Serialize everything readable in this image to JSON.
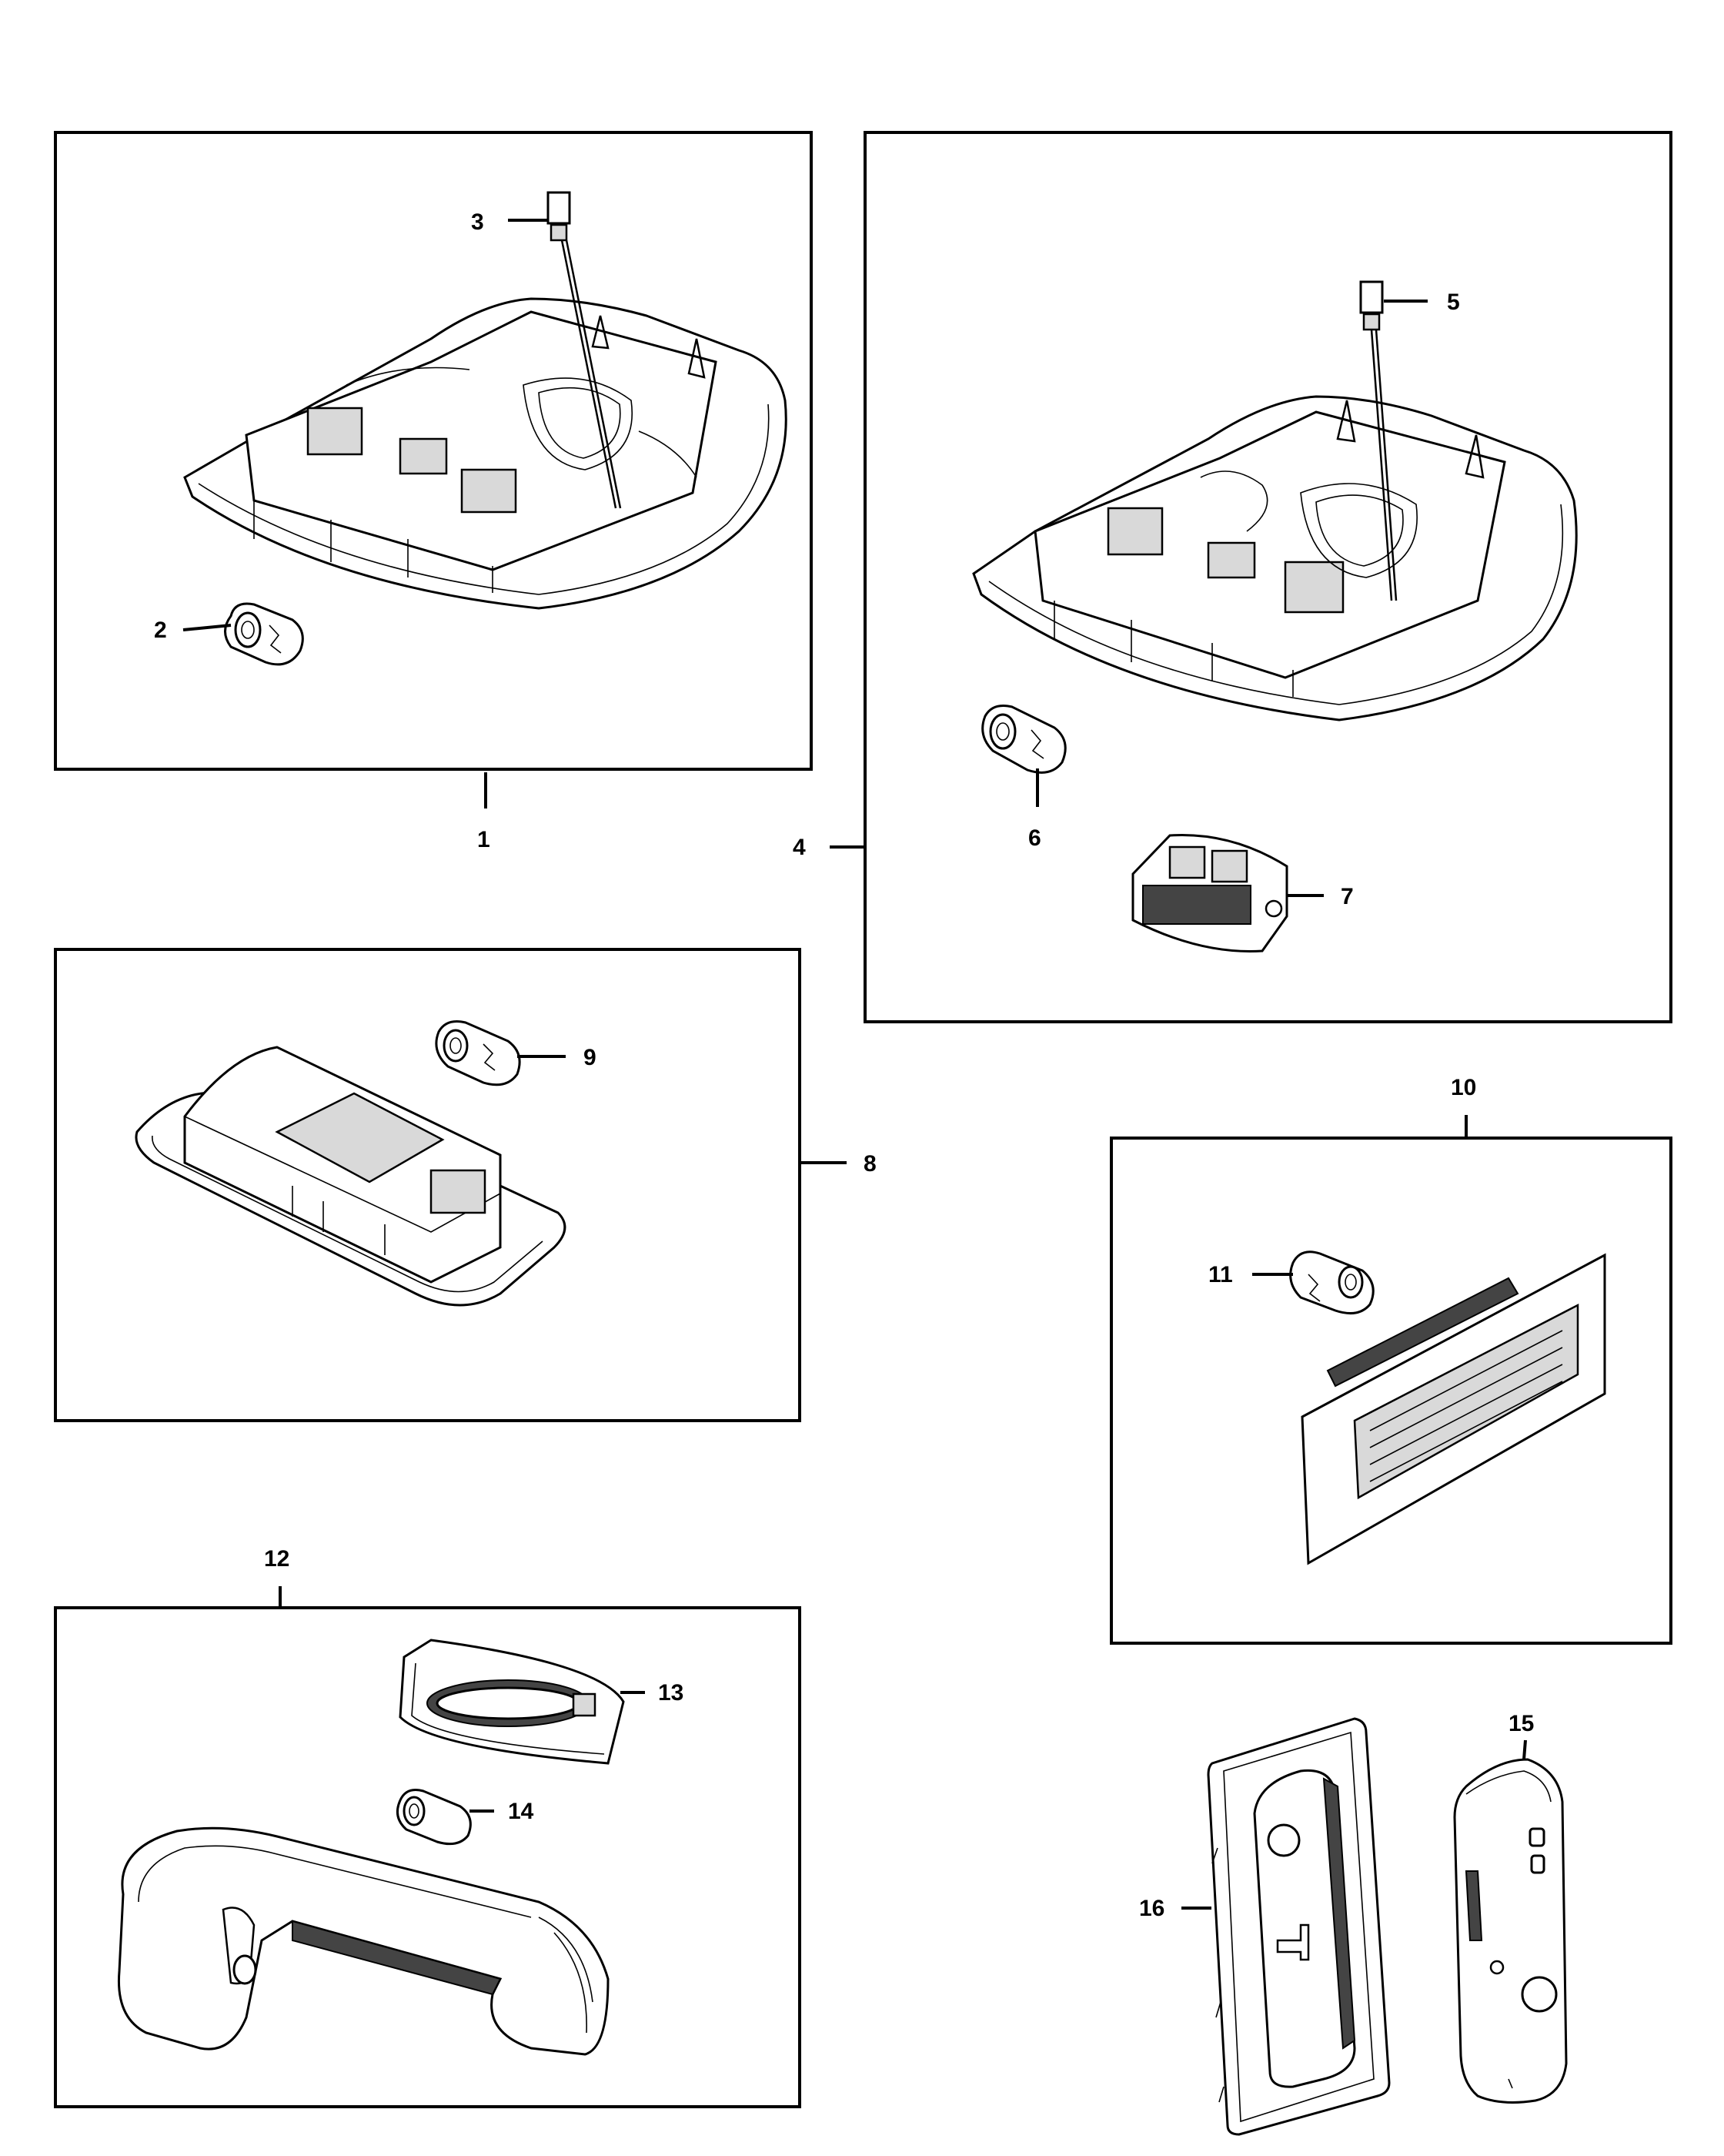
{
  "callouts": {
    "c1": "1",
    "c2": "2",
    "c3": "3",
    "c4": "4",
    "c5": "5",
    "c6": "6",
    "c7": "7",
    "c8": "8",
    "c9": "9",
    "c10": "10",
    "c11": "11",
    "c12": "12",
    "c13": "13",
    "c14": "14",
    "c15": "15",
    "c16": "16"
  },
  "icons": {
    "overhead_console": "overhead-console-icon",
    "bulb": "bulb-icon",
    "connector": "connector-icon",
    "dome_lamp": "dome-lamp-icon",
    "cargo_lamp": "cargo-lamp-icon",
    "grab_handle": "grab-handle-icon",
    "switch_panel": "switch-panel-icon",
    "key_fob": "key-fob-icon"
  }
}
